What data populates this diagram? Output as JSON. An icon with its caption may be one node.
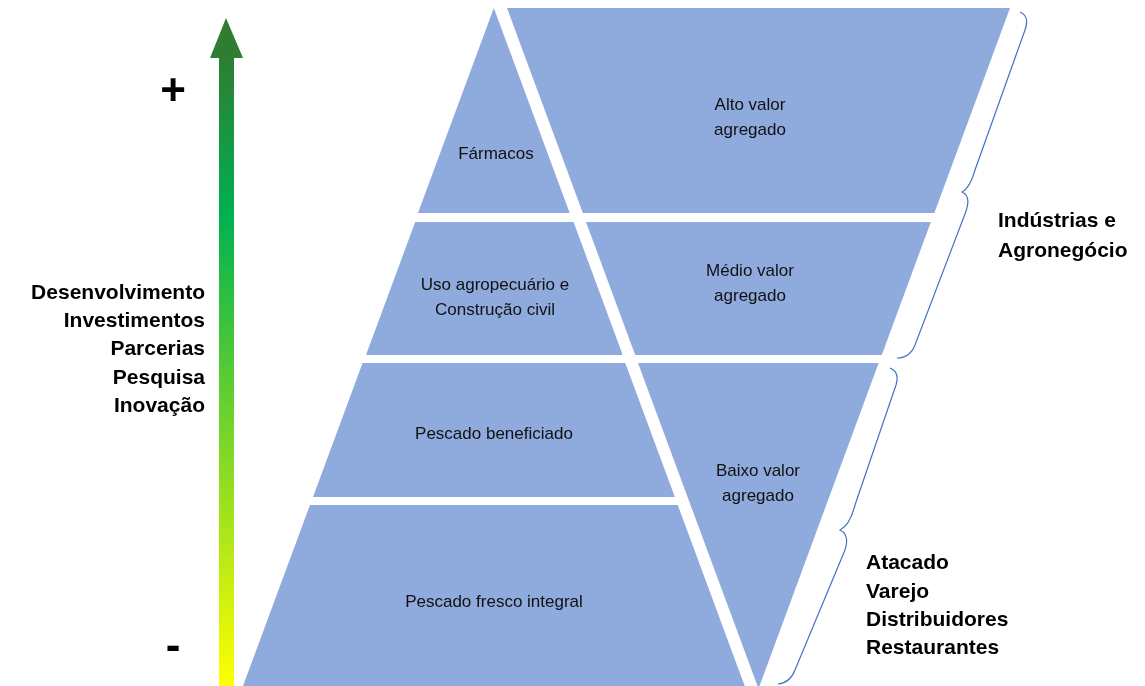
{
  "diagram": {
    "nodes": [
      {
        "text": [
          "Fármacos"
        ]
      },
      {
        "text": [
          "Alto valor agregado"
        ]
      },
      {
        "text": [
          "Uso agropecuário e Construção civil"
        ]
      },
      {
        "text": [
          "Médio valor agregado"
        ]
      },
      {
        "text": [
          "Pescado beneficiado"
        ]
      },
      {
        "text": [
          "Baixo valor agregado"
        ]
      },
      {
        "text": [
          "Pescado fresco integral"
        ]
      }
    ],
    "edges": [],
    "labels": [
      "+",
      "Desenvolvimento",
      "Investimentos",
      "Parcerias",
      "Pesquisa",
      "Inovação",
      "-",
      "Indústrias e Agronegócio",
      "Atacado",
      "Varejo",
      "Distribuidores",
      "Restaurantes"
    ]
  }
}
